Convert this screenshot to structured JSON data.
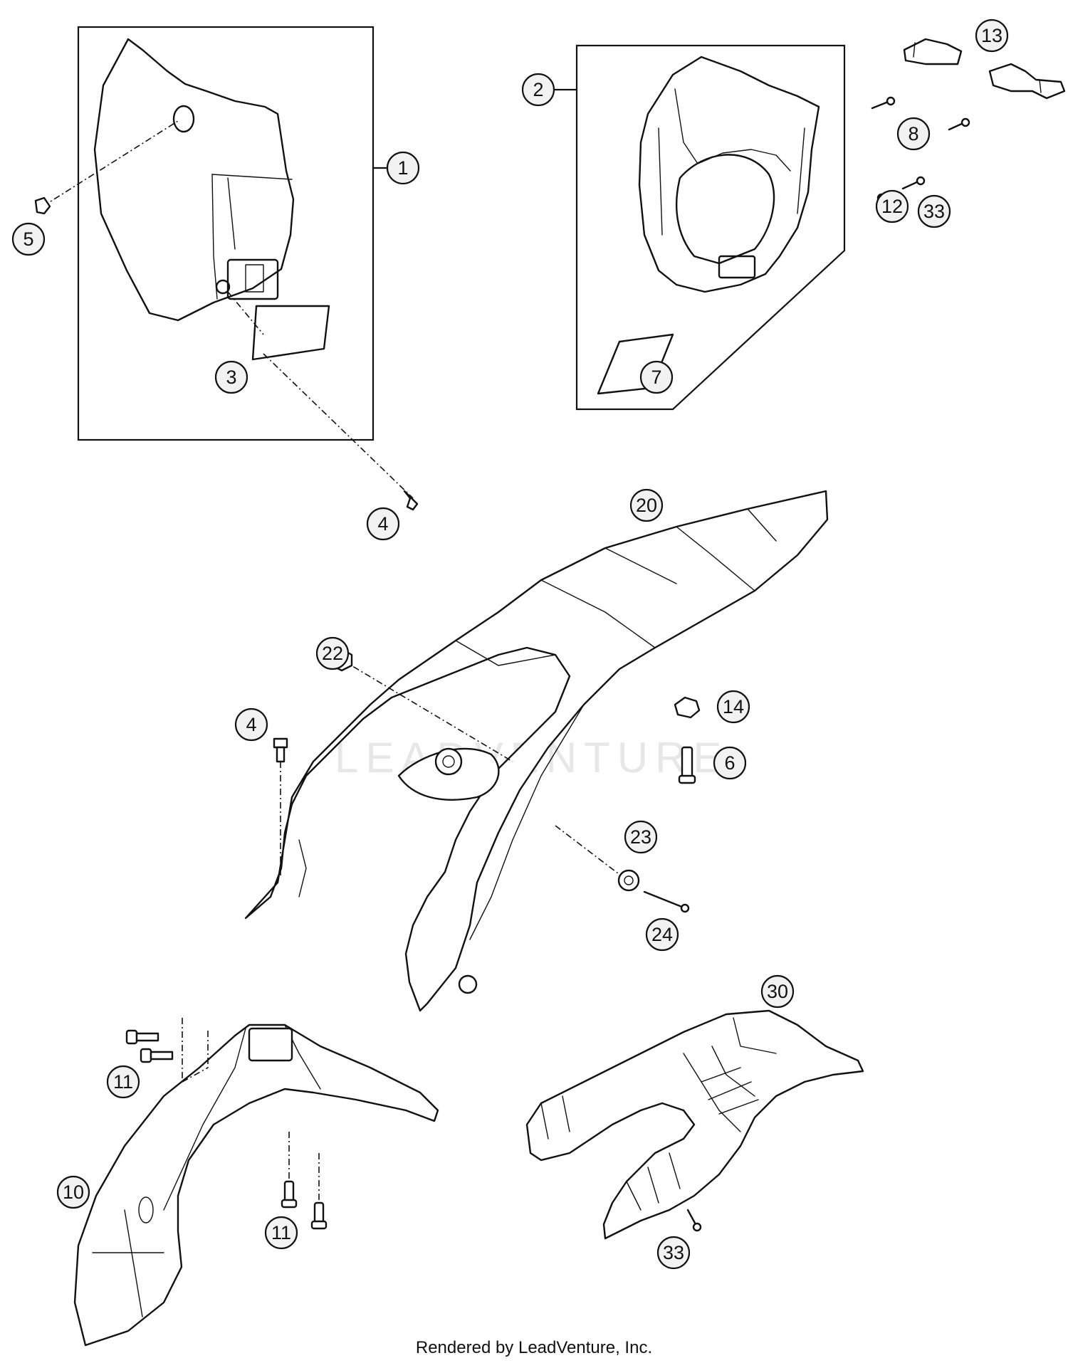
{
  "watermark": "LEADVENTURE",
  "credit": "Rendered by LeadVenture, Inc.",
  "callouts": [
    {
      "id": "c1",
      "label": "1"
    },
    {
      "id": "c2",
      "label": "2"
    },
    {
      "id": "c3",
      "label": "3"
    },
    {
      "id": "c4a",
      "label": "4"
    },
    {
      "id": "c4b",
      "label": "4"
    },
    {
      "id": "c5",
      "label": "5"
    },
    {
      "id": "c6",
      "label": "6"
    },
    {
      "id": "c7",
      "label": "7"
    },
    {
      "id": "c8",
      "label": "8"
    },
    {
      "id": "c10",
      "label": "10"
    },
    {
      "id": "c11a",
      "label": "11"
    },
    {
      "id": "c11b",
      "label": "11"
    },
    {
      "id": "c12",
      "label": "12"
    },
    {
      "id": "c13",
      "label": "13"
    },
    {
      "id": "c14",
      "label": "14"
    },
    {
      "id": "c20",
      "label": "20"
    },
    {
      "id": "c22",
      "label": "22"
    },
    {
      "id": "c23",
      "label": "23"
    },
    {
      "id": "c24",
      "label": "24"
    },
    {
      "id": "c30",
      "label": "30"
    },
    {
      "id": "c33a",
      "label": "33"
    },
    {
      "id": "c33b",
      "label": "33"
    }
  ]
}
